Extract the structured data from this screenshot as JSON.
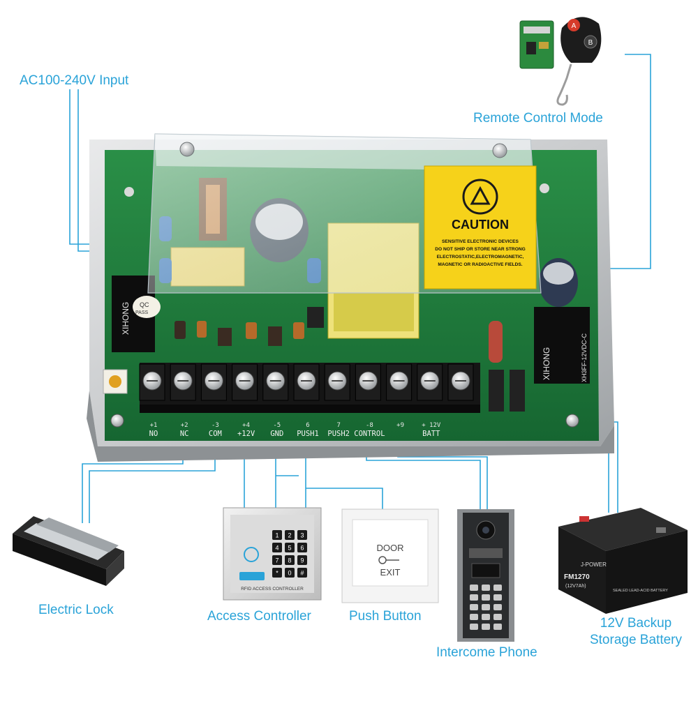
{
  "callouts": {
    "ac_input": "AC100-240V Input",
    "remote": "Remote Control Mode",
    "electric_lock": "Electric Lock",
    "access_controller": "Access Controller",
    "push_button": "Push Button",
    "intercom_phone": "Intercome Phone",
    "battery_line1": "12V Backup",
    "battery_line2": "Storage Battery"
  },
  "terminals": [
    {
      "num": "+1",
      "label": "NO"
    },
    {
      "num": "+2",
      "label": "NC"
    },
    {
      "num": "-3",
      "label": "COM"
    },
    {
      "num": "+4",
      "label": "+12V"
    },
    {
      "num": "-5",
      "label": "GND"
    },
    {
      "num": "6",
      "label": "PUSH1"
    },
    {
      "num": "7",
      "label": "PUSH2"
    },
    {
      "num": "-8",
      "label": "CONTROL"
    },
    {
      "num": "+9",
      "label": ""
    },
    {
      "num": "+ 12V",
      "label": "BATT"
    },
    {
      "num": "",
      "label": ""
    }
  ],
  "caution": {
    "title": "CAUTION",
    "line1": "SENSITIVE ELECTRONIC DEVICES",
    "line2": "DO NOT SHIP OR STORE NEAR STRONG",
    "line3": "ELECTROSTATIC,ELECTROMAGNETIC,",
    "line4": "MAGNETIC OR RADIOACTIVE FIELDS."
  },
  "board_text": {
    "relay_brand": "XIHONG",
    "relay_model": "XH3FF-12VDC-C",
    "pass": "PASS",
    "qc": "QC"
  },
  "keypad": {
    "keys": [
      "1",
      "2",
      "3",
      "4",
      "5",
      "6",
      "7",
      "8",
      "9",
      "*",
      "0",
      "#"
    ],
    "caption": "RFID ACCESS CONTROLLER"
  },
  "exit_button": {
    "line1": "DOOR",
    "line2": "EXIT"
  },
  "battery": {
    "brand": "J-POWER",
    "model": "FM1270",
    "spec": "(12V7Ah)",
    "recycle": "SEALED LEAD-ACID BATTERY"
  },
  "remote": {
    "btn_a": "A",
    "btn_b": "B"
  },
  "colors": {
    "accent": "#2aa3d8",
    "pcb": "#1f7a3a",
    "terminal": "#151515",
    "caution": "#f6d21a"
  }
}
